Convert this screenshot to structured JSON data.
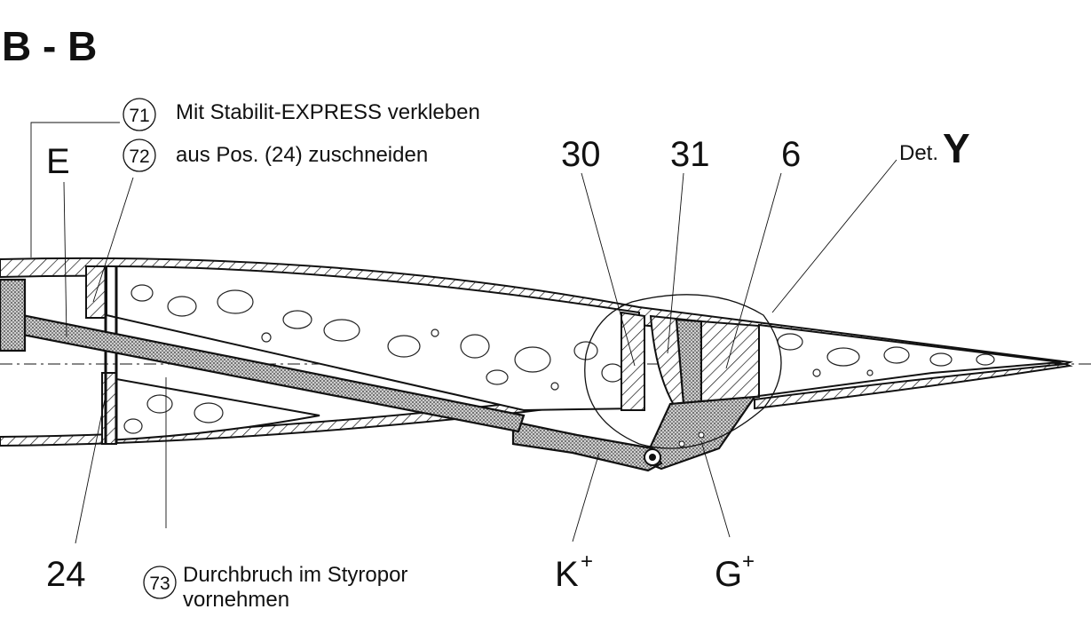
{
  "section_title": "B - B",
  "labels": {
    "E": "E",
    "p30": "30",
    "p31": "31",
    "p6": "6",
    "det": "Det.",
    "detY": "Y",
    "p24": "24",
    "K": "K",
    "G": "G",
    "plus": "+"
  },
  "notes": [
    {
      "num": "71",
      "text": "Mit Stabilit-EXPRESS verkleben"
    },
    {
      "num": "72",
      "text": "aus Pos. (24) zuschneiden"
    },
    {
      "num": "73",
      "line1": "Durchbruch im Styropor",
      "line2": "vornehmen"
    }
  ]
}
